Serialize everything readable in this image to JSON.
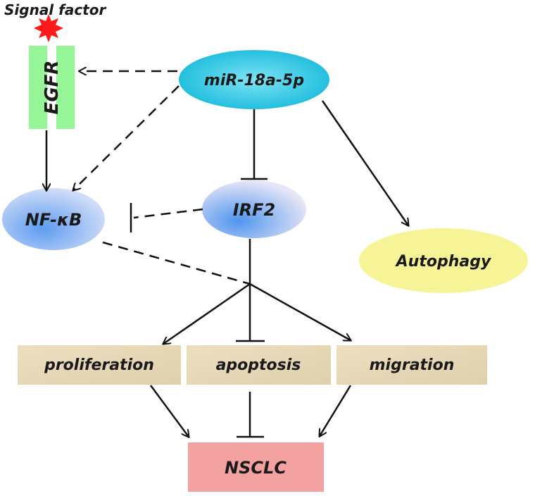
{
  "signal": {
    "label": "Signal factor"
  },
  "nodes": {
    "egfr": {
      "label": "EGFR"
    },
    "mir": {
      "label": "miR-18a-5p"
    },
    "nfkb": {
      "label": "NF-κB"
    },
    "irf2": {
      "label": "IRF2"
    },
    "autophagy": {
      "label": "Autophagy"
    },
    "proliferation": {
      "label": "proliferation"
    },
    "apoptosis": {
      "label": "apoptosis"
    },
    "migration": {
      "label": "migration"
    },
    "nsclc": {
      "label": "NSCLC"
    }
  },
  "colors": {
    "mir_fill": "#16c6e4",
    "irf2_fill": "#8fb6ef",
    "nfkb_fill": "#8fb6ef",
    "autophagy_fill": "#f6f497",
    "process_fill": "#e7d9b8",
    "nsclc_fill": "#f4a1a1",
    "egfr_fill": "#96f596",
    "star": "#ff1a1a"
  },
  "edges": [
    {
      "from": "mir",
      "to": "egfr",
      "type": "dashed-arrow"
    },
    {
      "from": "mir",
      "to": "nfkb",
      "type": "dashed-arrow"
    },
    {
      "from": "egfr",
      "to": "nfkb",
      "type": "arrow"
    },
    {
      "from": "mir",
      "to": "irf2",
      "type": "inhibit"
    },
    {
      "from": "mir",
      "to": "autophagy",
      "type": "arrow"
    },
    {
      "from": "irf2",
      "to": "nfkb",
      "type": "dashed-inhibit"
    },
    {
      "from": "nfkb",
      "to": "junction",
      "type": "dashed-line"
    },
    {
      "from": "irf2",
      "to": "junction",
      "type": "line"
    },
    {
      "from": "junction",
      "to": "proliferation",
      "type": "arrow"
    },
    {
      "from": "junction",
      "to": "apoptosis",
      "type": "inhibit"
    },
    {
      "from": "junction",
      "to": "migration",
      "type": "arrow"
    },
    {
      "from": "proliferation",
      "to": "nsclc",
      "type": "arrow"
    },
    {
      "from": "apoptosis",
      "to": "nsclc",
      "type": "inhibit"
    },
    {
      "from": "migration",
      "to": "nsclc",
      "type": "arrow"
    }
  ]
}
